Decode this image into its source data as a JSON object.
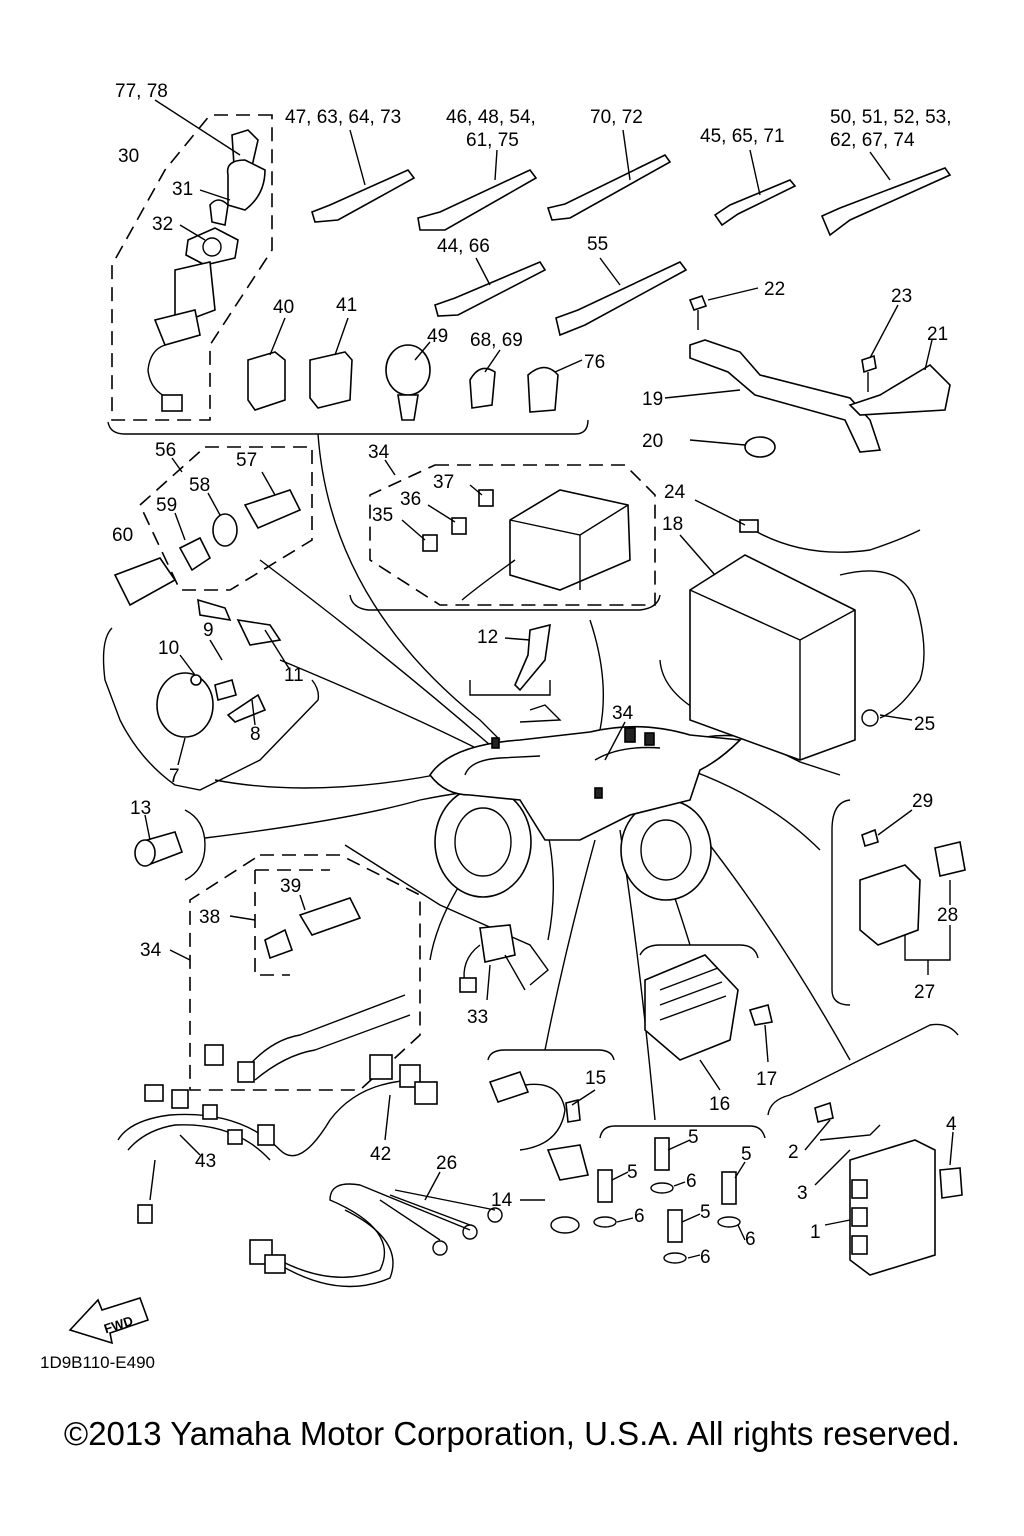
{
  "callouts": [
    {
      "id": "c1",
      "text": "77, 78"
    },
    {
      "id": "c2",
      "text": "47, 63, 64, 73"
    },
    {
      "id": "c3a",
      "text": "46, 48, 54,"
    },
    {
      "id": "c3b",
      "text": "61, 75"
    },
    {
      "id": "c4",
      "text": "70, 72"
    },
    {
      "id": "c5",
      "text": "45, 65, 71"
    },
    {
      "id": "c6a",
      "text": "50, 51, 52, 53,"
    },
    {
      "id": "c6b",
      "text": "62, 67, 74"
    },
    {
      "id": "c7",
      "text": "30"
    },
    {
      "id": "c8",
      "text": "31"
    },
    {
      "id": "c9",
      "text": "32"
    },
    {
      "id": "c10",
      "text": "44, 66"
    },
    {
      "id": "c11",
      "text": "55"
    },
    {
      "id": "c12",
      "text": "22"
    },
    {
      "id": "c13",
      "text": "23"
    },
    {
      "id": "c14",
      "text": "21"
    },
    {
      "id": "c15",
      "text": "40"
    },
    {
      "id": "c16",
      "text": "41"
    },
    {
      "id": "c17",
      "text": "49"
    },
    {
      "id": "c18",
      "text": "68, 69"
    },
    {
      "id": "c19",
      "text": "76"
    },
    {
      "id": "c20",
      "text": "19"
    },
    {
      "id": "c21",
      "text": "20"
    },
    {
      "id": "c22",
      "text": "56"
    },
    {
      "id": "c23",
      "text": "57"
    },
    {
      "id": "c24",
      "text": "58"
    },
    {
      "id": "c25",
      "text": "59"
    },
    {
      "id": "c26",
      "text": "60"
    },
    {
      "id": "c27",
      "text": "34"
    },
    {
      "id": "c28",
      "text": "37"
    },
    {
      "id": "c29",
      "text": "36"
    },
    {
      "id": "c30",
      "text": "35"
    },
    {
      "id": "c31",
      "text": "24"
    },
    {
      "id": "c32",
      "text": "18"
    },
    {
      "id": "c33",
      "text": "9"
    },
    {
      "id": "c34",
      "text": "10"
    },
    {
      "id": "c35",
      "text": "11"
    },
    {
      "id": "c36",
      "text": "8"
    },
    {
      "id": "c37",
      "text": "7"
    },
    {
      "id": "c38",
      "text": "12"
    },
    {
      "id": "c39",
      "text": "34"
    },
    {
      "id": "c40",
      "text": "25"
    },
    {
      "id": "c41",
      "text": "13"
    },
    {
      "id": "c42",
      "text": "29"
    },
    {
      "id": "c43",
      "text": "39"
    },
    {
      "id": "c44",
      "text": "38"
    },
    {
      "id": "c45",
      "text": "34"
    },
    {
      "id": "c46",
      "text": "28"
    },
    {
      "id": "c47",
      "text": "27"
    },
    {
      "id": "c48",
      "text": "33"
    },
    {
      "id": "c49",
      "text": "17"
    },
    {
      "id": "c50",
      "text": "15"
    },
    {
      "id": "c51",
      "text": "16"
    },
    {
      "id": "c52",
      "text": "4"
    },
    {
      "id": "c53",
      "text": "5"
    },
    {
      "id": "c54",
      "text": "2"
    },
    {
      "id": "c55",
      "text": "42"
    },
    {
      "id": "c56",
      "text": "43"
    },
    {
      "id": "c57",
      "text": "26"
    },
    {
      "id": "c58",
      "text": "5"
    },
    {
      "id": "c59",
      "text": "6"
    },
    {
      "id": "c60",
      "text": "5"
    },
    {
      "id": "c61",
      "text": "3"
    },
    {
      "id": "c62",
      "text": "14"
    },
    {
      "id": "c63",
      "text": "6"
    },
    {
      "id": "c64",
      "text": "5"
    },
    {
      "id": "c65",
      "text": "6"
    },
    {
      "id": "c66",
      "text": "1"
    },
    {
      "id": "c67",
      "text": "6"
    }
  ],
  "fwd_label": "FWD",
  "part_code": "1D9B110-E490",
  "copyright": "©2013 Yamaha Motor Corporation, U.S.A. All rights reserved."
}
